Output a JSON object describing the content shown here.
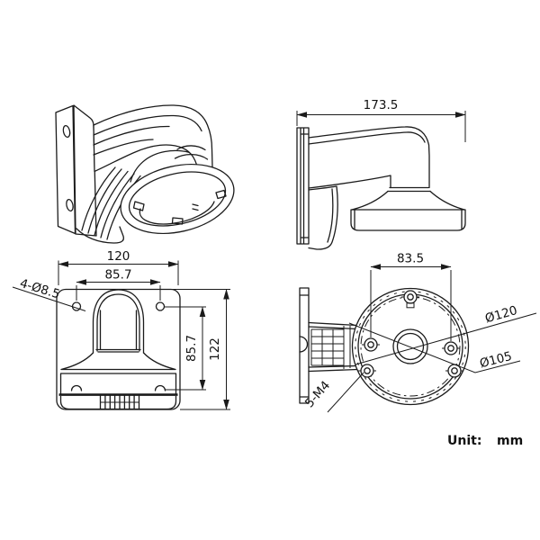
{
  "side_view": {
    "depth_dim": "173.5"
  },
  "front_view": {
    "width_dim": "120",
    "hole_spacing_h_dim": "85.7",
    "hole_callout": "4-Ø8.5",
    "hole_spacing_v_dim": "85.7",
    "height_dim": "122"
  },
  "bottom_view": {
    "screw_spacing_dim": "83.5",
    "outer_diameter_dim": "Ø120",
    "bolt_circle_dim": "Ø105",
    "thread_callout": "5-M4"
  },
  "footer": {
    "unit_label": "Unit:",
    "unit_value": "mm"
  },
  "colors": {
    "line": "#1b1b1b",
    "background": "#ffffff"
  }
}
